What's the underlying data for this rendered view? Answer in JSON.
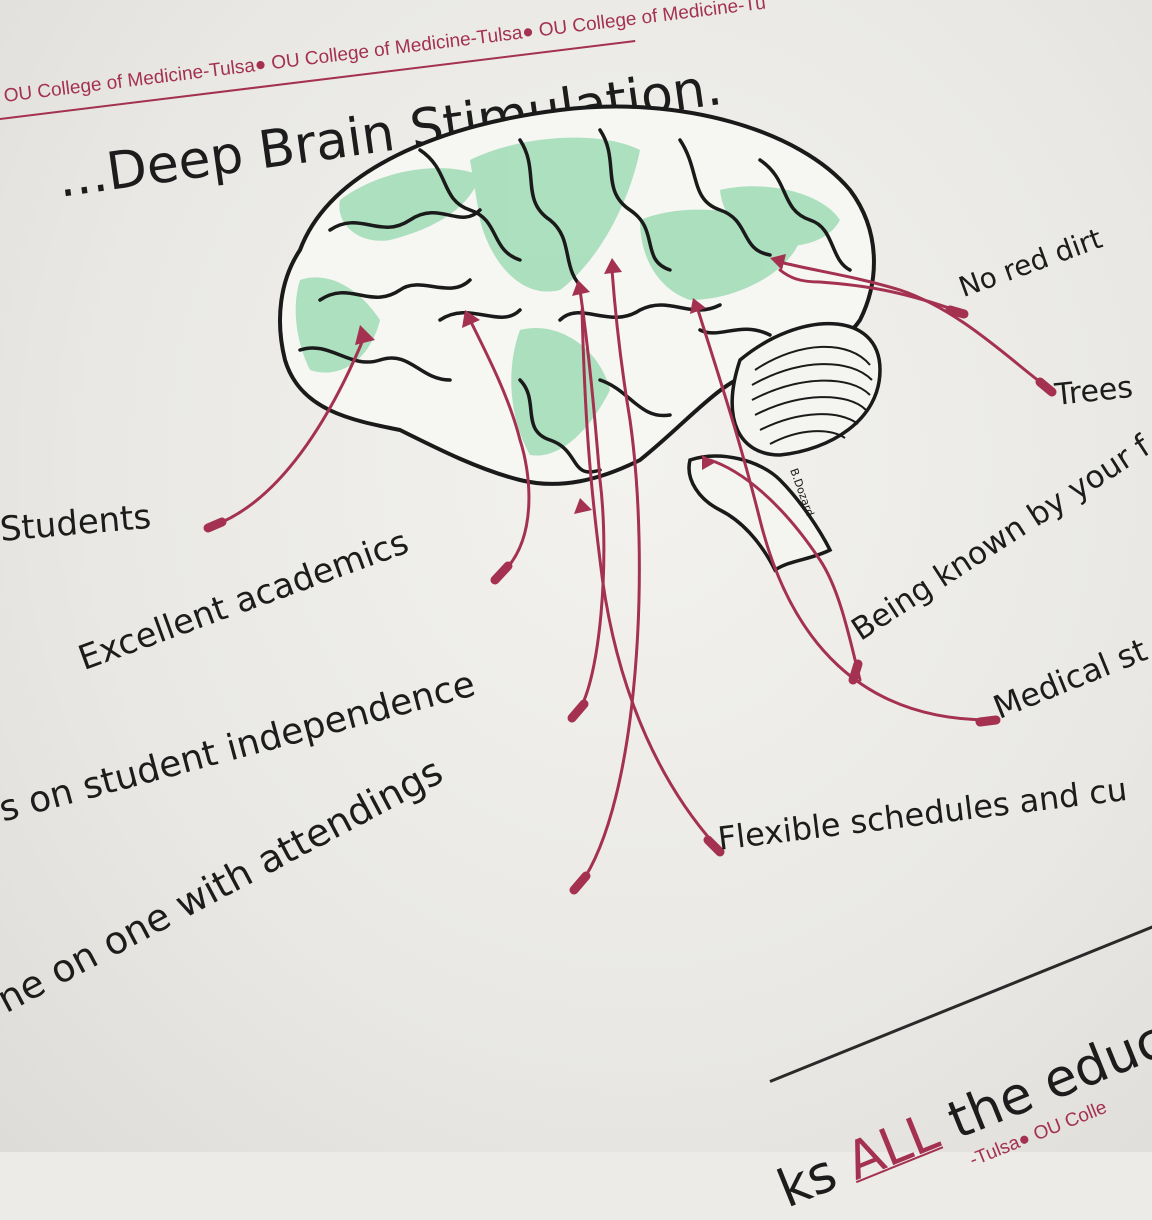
{
  "header_band": "OU College of Medicine-Tulsa● OU College of Medicine-Tulsa● OU College of Medicine-Tu",
  "title_top": "Stimulation.",
  "title": "...Deep Brain Stimulation.",
  "artist_signature": "B.Dozard",
  "labels": {
    "students": "Students",
    "excellent_academics": "Excellent academics",
    "student_independence": "s on student independence",
    "one_on_one": "ne on one with attendings",
    "flexible_schedules": "Flexible schedules and cu",
    "medical_st": "Medical st",
    "being_known": "Being known by your f",
    "trees": "Trees",
    "no_red_dirt": "No red dirt"
  },
  "bottom_text": {
    "prefix": "ks",
    "emphasis": "ALL",
    "suffix": "the educa"
  },
  "footer_band": "-Tulsa● OU Colle",
  "colors": {
    "accent": "#a3314f",
    "brain_green": "#9fdcb6",
    "ink": "#1c1c1c"
  }
}
